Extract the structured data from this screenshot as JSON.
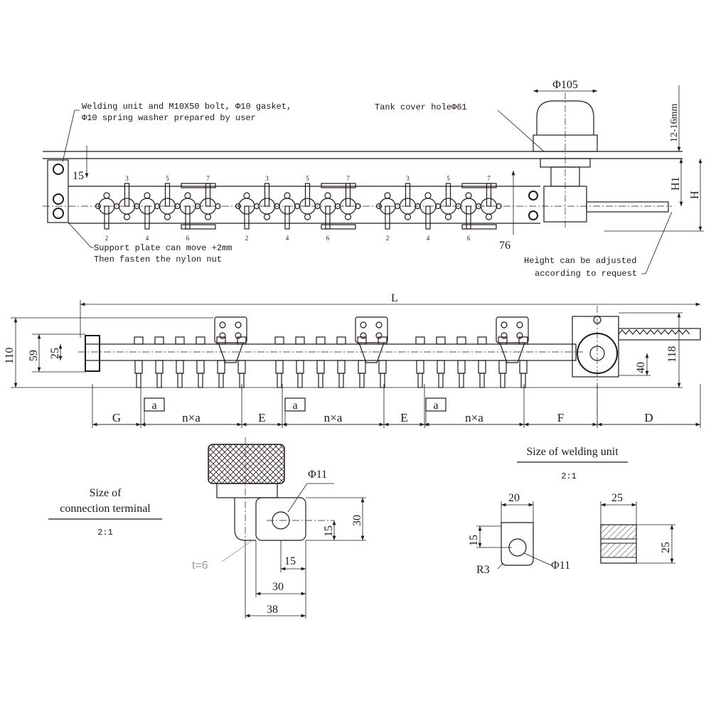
{
  "colors": {
    "ink": "#231815",
    "grey": "#9a9a9a"
  },
  "top_view": {
    "note_welding": [
      "Welding unit and M10X50 bolt, Φ10 gasket,",
      "Φ10 spring washer prepared by user"
    ],
    "note_support": [
      "Support plate can move +2mm",
      "Then fasten the nylon nut"
    ],
    "note_height": [
      "Height can be adjusted",
      "according to request"
    ],
    "tank_cover": "Tank cover holeΦ61",
    "dim_phi105": "Φ105",
    "dim_12_16": "12-16mm",
    "dim_H1": "H1",
    "dim_H": "H",
    "dim_15": "15",
    "dim_76": "76",
    "odd_labels": [
      "3",
      "5",
      "7"
    ],
    "even_labels": [
      "2",
      "4",
      "6"
    ]
  },
  "side_view": {
    "dim_L": "L",
    "dim_110": "110",
    "dim_59": "59",
    "dim_25": "25",
    "dim_118": "118",
    "dim_40": "40",
    "dim_a": "a",
    "segments": [
      "G",
      "n×a",
      "E",
      "n×a",
      "E",
      "n×a",
      "F",
      "D"
    ]
  },
  "terminal": {
    "title": [
      "Size of",
      "connection terminal"
    ],
    "scale": "2:1",
    "dim_phi11": "Φ11",
    "dim_30v": "30",
    "dim_15v": "15",
    "dim_15h": "15",
    "dim_30h": "30",
    "dim_38": "38",
    "thickness": "t=6"
  },
  "welding_unit": {
    "title": "Size of welding unit",
    "scale": "2:1",
    "dim_20": "20",
    "dim_15": "15",
    "dim_R3": "R3",
    "dim_phi11": "Φ11",
    "dim_25h": "25",
    "dim_25v": "25"
  }
}
